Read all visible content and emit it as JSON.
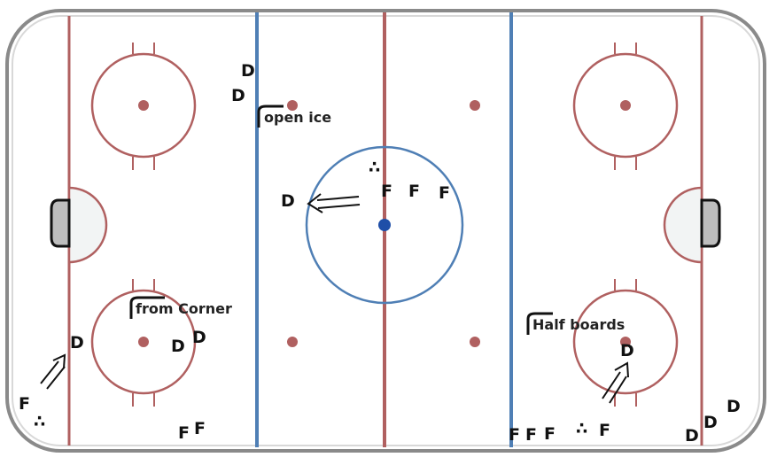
{
  "rink": {
    "board_color": "#8a8a8a",
    "red_line_color": "#b06060",
    "blue_line_color": "#4f7fb5",
    "ice_color": "#ffffff",
    "crease_color": "#f2f4f4",
    "center_dot_color": "#1f4fa8"
  },
  "annotations": {
    "open_ice": "open ice",
    "from_corner": "from Corner",
    "half_boards": "Half boards"
  },
  "markers": {
    "D": "D",
    "F": "F",
    "puck": "∴"
  }
}
